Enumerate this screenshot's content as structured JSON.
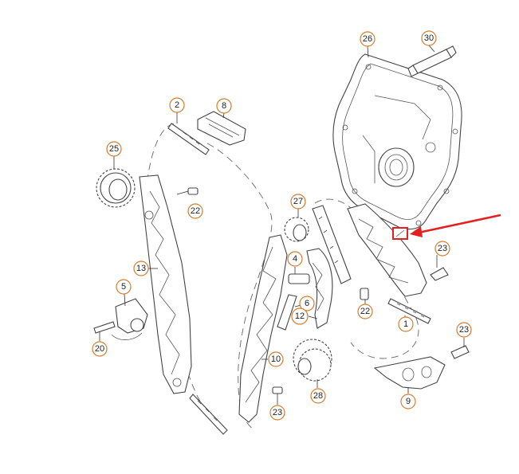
{
  "colors": {
    "callout_ring": "#d97a2b",
    "arrow": "#e32020",
    "line": "#444444"
  },
  "callouts": {
    "c26": "26",
    "c30": "30",
    "c2": "2",
    "c8": "8",
    "c25": "25",
    "c22a": "22",
    "c27": "27",
    "c23a": "23",
    "c13": "13",
    "c4": "4",
    "c5": "5",
    "c6": "6",
    "c12": "12",
    "c22b": "22",
    "c1": "1",
    "c23b": "23",
    "c20": "20",
    "c10": "10",
    "c28": "28",
    "c23c": "23",
    "c9": "9"
  },
  "icons": {
    "highlight_arrow": "red-arrow-icon"
  }
}
